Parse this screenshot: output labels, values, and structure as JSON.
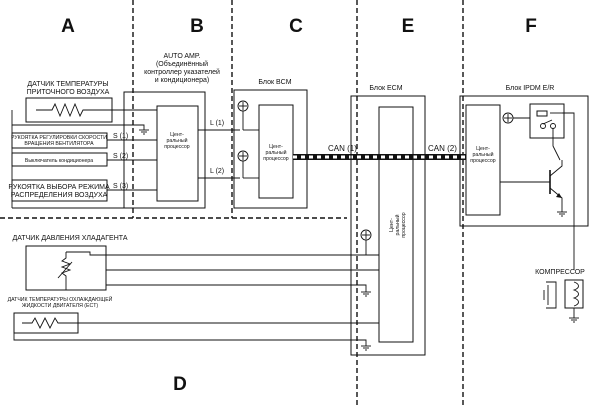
{
  "zones": {
    "a": "A",
    "b": "B",
    "c": "C",
    "d": "D",
    "e": "E",
    "f": "F"
  },
  "sensor_intake": {
    "line1": "ДАТЧИК ТЕМПЕРАТУРЫ",
    "line2": "ПРИТОЧНОГО ВОЗДУХА"
  },
  "fan_knob": {
    "line1": "РУКОЯТКА РЕГУЛИРОВКИ СКОРОСТИ",
    "line2": "ВРАЩЕНИЯ ВЕНТИЛЯТОРА"
  },
  "ac_switch": {
    "label": "Выключатель кондиционера"
  },
  "mode_knob": {
    "line1": "РУКОЯТКА ВЫБОРА РЕЖИМА",
    "line2": "РАСПРЕДЕЛЕНИЯ ВОЗДУХА"
  },
  "signals": {
    "s1": "S (1)",
    "s2": "S (2)",
    "s3": "S (3)",
    "l1": "L (1)",
    "l2": "L (2)",
    "can1": "CAN (1)",
    "can2": "CAN (2)"
  },
  "auto_amp": {
    "line1": "AUTO AMP.",
    "line2": "(Объединённый",
    "line3": "контроллер указателей",
    "line4": "и кондиционера)"
  },
  "cpu_b": {
    "line1": "Цент-",
    "line2": "ральный",
    "line3": "процессор"
  },
  "bcm": {
    "title": "Блок BCM",
    "cpu1": "Цент-",
    "cpu2": "ральный",
    "cpu3": "процессор"
  },
  "ecm": {
    "title": "Блок ECM",
    "cpu1": "Цент-",
    "cpu2": "ральный",
    "cpu3": "процессор"
  },
  "ipdm": {
    "title": "Блок IPDM E/R",
    "cpu1": "Цент-",
    "cpu2": "ральный",
    "cpu3": "процессор"
  },
  "pressure_sensor": {
    "label": "ДАТЧИК ДАВЛЕНИЯ ХЛАДАГЕНТА"
  },
  "coolant_sensor": {
    "line1": "ДАТЧИК ТЕМПЕРАТУРЫ ОХЛАЖДАЮЩЕЙ",
    "line2": "ЖИДКОСТИ ДВИГАТЕЛЯ (ECT)"
  },
  "compressor": {
    "label": "КОМПРЕССОР"
  }
}
